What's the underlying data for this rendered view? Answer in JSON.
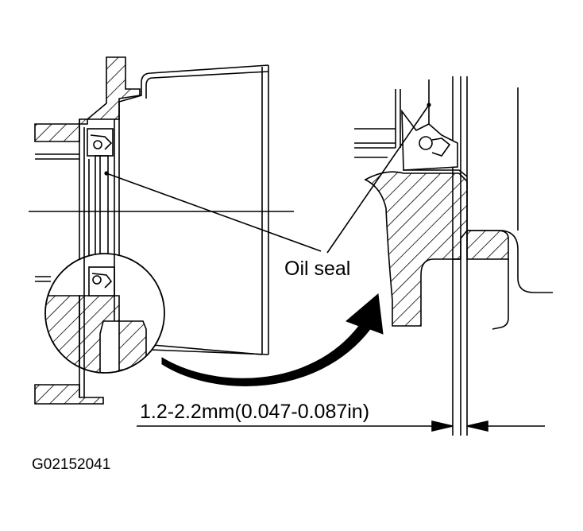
{
  "labels": {
    "oil_seal": "Oil seal",
    "dimension": "1.2-2.2mm(0.047-0.087in)",
    "figure_id": "G02152041"
  },
  "colors": {
    "ink": "#000000",
    "paper": "#ffffff"
  }
}
